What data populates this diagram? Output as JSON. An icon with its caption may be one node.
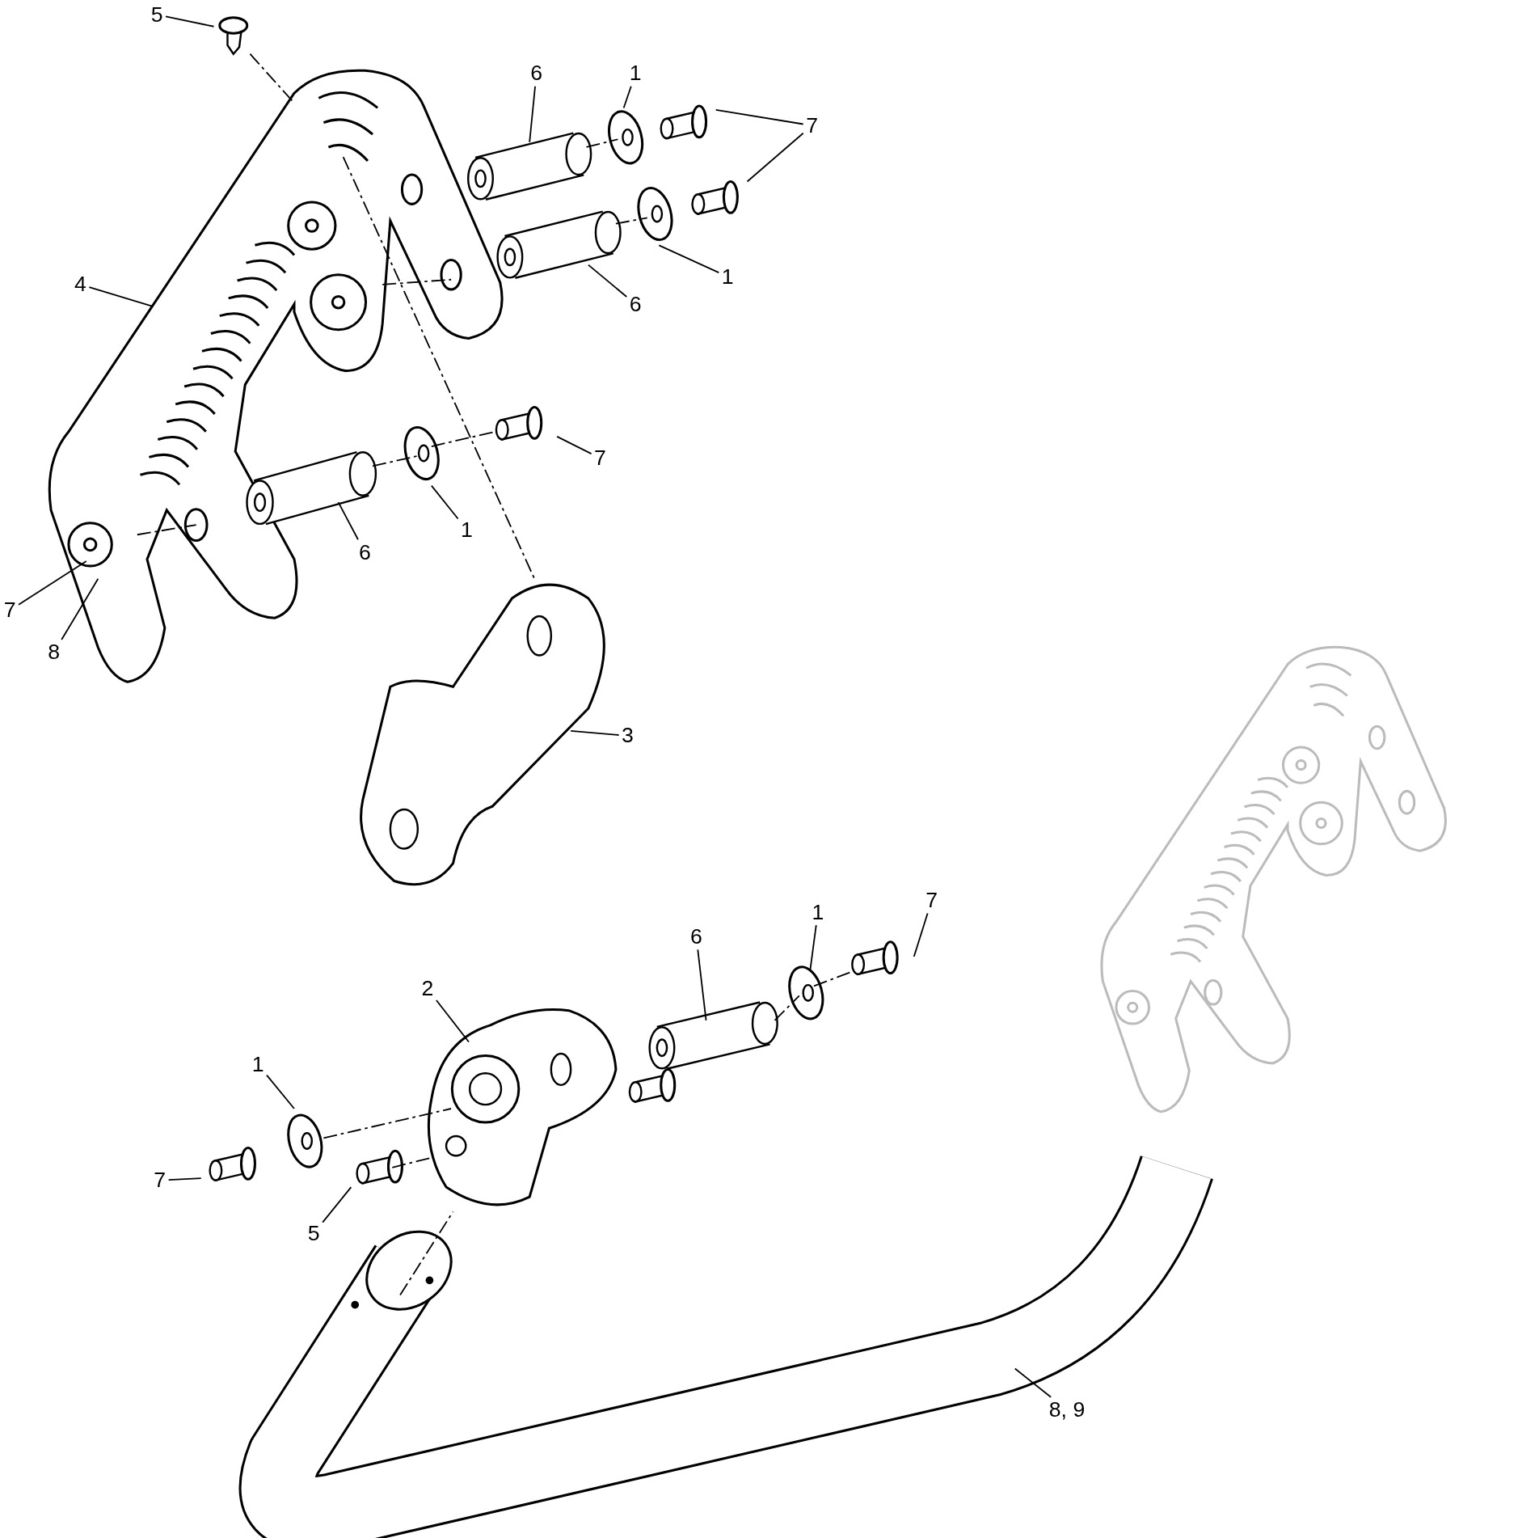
{
  "diagram": {
    "nodes": [
      {
        "text": [
          "5"
        ]
      },
      {
        "text": [
          "6"
        ]
      },
      {
        "text": [
          "1"
        ]
      },
      {
        "text": [
          "7"
        ]
      },
      {
        "text": [
          "4"
        ]
      },
      {
        "text": [
          "1"
        ]
      },
      {
        "text": [
          "6"
        ]
      },
      {
        "text": [
          "7"
        ]
      },
      {
        "text": [
          "1"
        ]
      },
      {
        "text": [
          "6"
        ]
      },
      {
        "text": [
          "7"
        ]
      },
      {
        "text": [
          "8"
        ]
      },
      {
        "text": [
          "3"
        ]
      },
      {
        "text": [
          "1"
        ]
      },
      {
        "text": [
          "7"
        ]
      },
      {
        "text": [
          "6"
        ]
      },
      {
        "text": [
          "2"
        ]
      },
      {
        "text": [
          "1"
        ]
      },
      {
        "text": [
          "7"
        ]
      },
      {
        "text": [
          "5"
        ]
      },
      {
        "text": [
          "8, 9"
        ]
      }
    ],
    "edges": [
      {
        "from": 0,
        "to": null,
        "arrow": "none"
      },
      {
        "from": 1,
        "to": null,
        "arrow": "none"
      },
      {
        "from": 2,
        "to": null,
        "arrow": "none"
      },
      {
        "from": 3,
        "to": null,
        "arrow": "none"
      },
      {
        "from": 3,
        "to": null,
        "arrow": "none"
      },
      {
        "from": 4,
        "to": null,
        "arrow": "none"
      },
      {
        "from": 5,
        "to": null,
        "arrow": "none"
      },
      {
        "from": 6,
        "to": null,
        "arrow": "none"
      },
      {
        "from": 7,
        "to": null,
        "arrow": "none"
      },
      {
        "from": 8,
        "to": null,
        "arrow": "none"
      },
      {
        "from": 9,
        "to": null,
        "arrow": "none"
      },
      {
        "from": 10,
        "to": null,
        "arrow": "none"
      },
      {
        "from": 11,
        "to": null,
        "arrow": "none"
      },
      {
        "from": 12,
        "to": null,
        "arrow": "none"
      },
      {
        "from": 13,
        "to": null,
        "arrow": "none"
      },
      {
        "from": 14,
        "to": null,
        "arrow": "none"
      },
      {
        "from": 15,
        "to": null,
        "arrow": "none"
      },
      {
        "from": 16,
        "to": null,
        "arrow": "none"
      },
      {
        "from": 17,
        "to": null,
        "arrow": "none"
      },
      {
        "from": 18,
        "to": null,
        "arrow": "none"
      },
      {
        "from": 19,
        "to": null,
        "arrow": "none"
      },
      {
        "from": 20,
        "to": null,
        "arrow": "none"
      }
    ]
  }
}
